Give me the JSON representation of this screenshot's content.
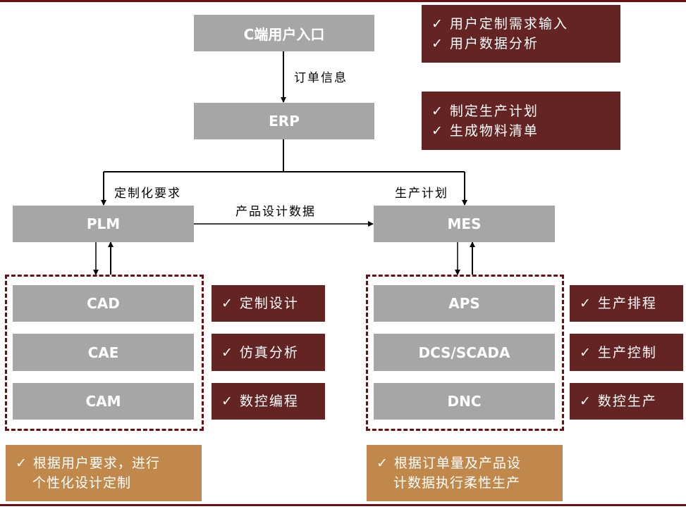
{
  "diagram": {
    "nodes": {
      "c_entry": "C端用户入口",
      "erp": "ERP",
      "plm": "PLM",
      "mes": "MES",
      "cad": "CAD",
      "cae": "CAE",
      "cam": "CAM",
      "aps": "APS",
      "dcs": "DCS/SCADA",
      "dnc": "DNC"
    },
    "edge_labels": {
      "order_info": "订单信息",
      "custom_req": "定制化要求",
      "prod_plan": "生产计划",
      "design_data": "产品设计数据"
    },
    "check_symbol": "✓",
    "notes": {
      "c_entry": [
        "用户定制需求输入",
        "用户数据分析"
      ],
      "erp": [
        "制定生产计划",
        "生成物料清单"
      ],
      "cad": [
        "定制设计"
      ],
      "cae": [
        "仿真分析"
      ],
      "cam": [
        "数控编程"
      ],
      "aps": [
        "生产排程"
      ],
      "dcs": [
        "生产控制"
      ],
      "dnc": [
        "数控生产"
      ]
    },
    "summaries": {
      "plm_group": [
        "根据用户要求，进行",
        "个性化设计定制"
      ],
      "mes_group": [
        "根据订单量及产品设",
        "计数据执行柔性生产"
      ]
    }
  }
}
